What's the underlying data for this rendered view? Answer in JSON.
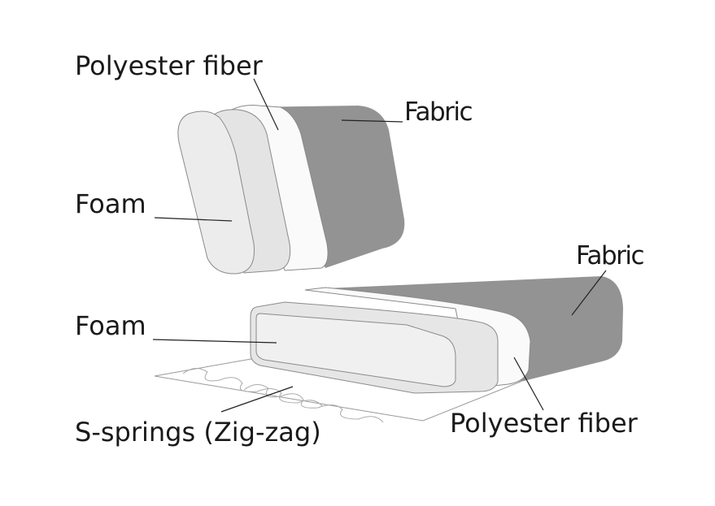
{
  "labels": {
    "back_polyester": "Polyester fiber",
    "back_fabric": "Fabric",
    "back_foam": "Foam",
    "seat_fabric": "Fabric",
    "seat_foam": "Foam",
    "springs": "S-springs (Zig-zag)",
    "seat_polyester": "Polyester fiber"
  },
  "colors": {
    "fabric": "#939393",
    "fiber": "#fafafa",
    "foam": "#e6e6e6"
  }
}
